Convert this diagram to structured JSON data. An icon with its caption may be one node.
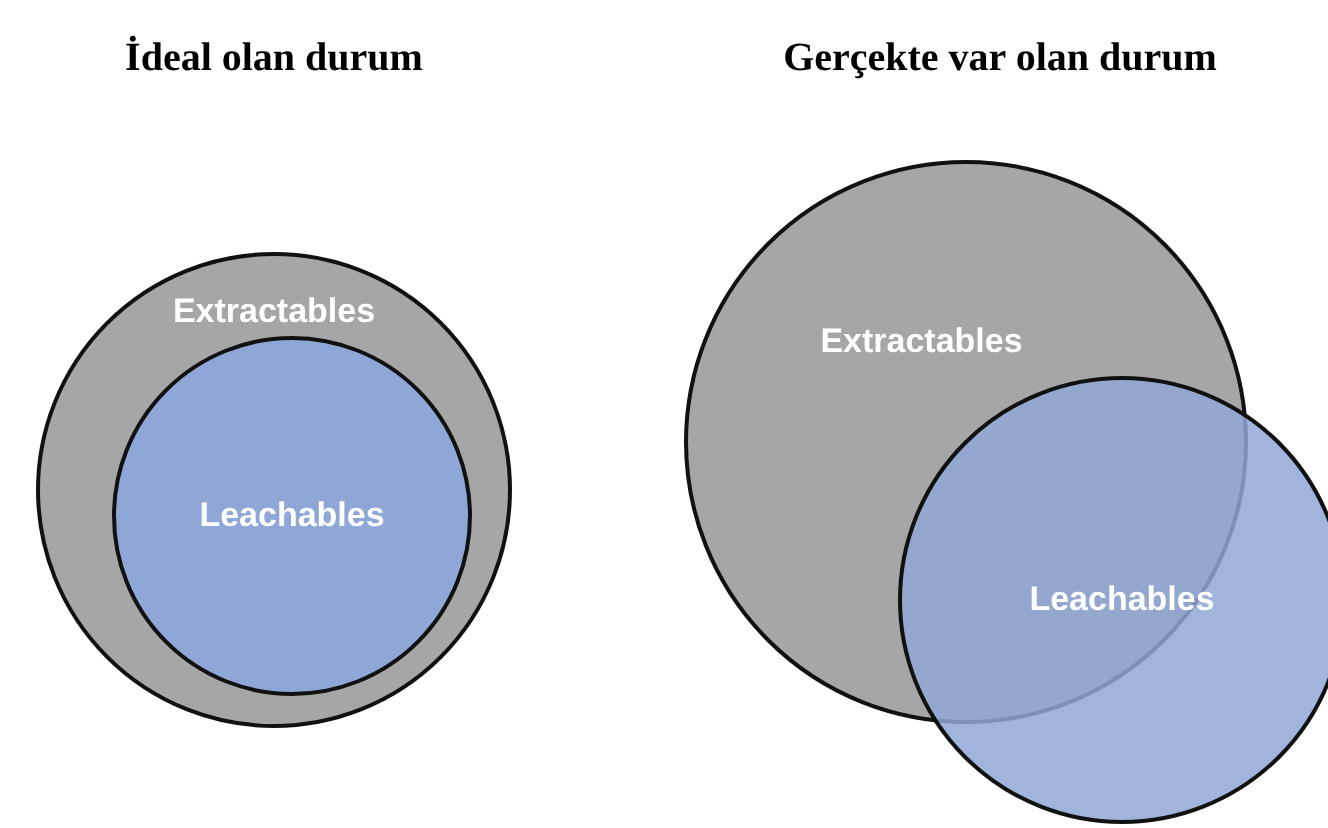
{
  "diagram": {
    "nodes": [
      {
        "text": [
          "Extractables"
        ]
      },
      {
        "text": [
          "Leachables"
        ],
        "in": 0
      },
      {
        "text": [
          "Extractables"
        ]
      },
      {
        "text": [
          "Leachables"
        ]
      }
    ],
    "labels": [
      "İdeal olan durum",
      "Gerçekte var olan durum"
    ]
  }
}
